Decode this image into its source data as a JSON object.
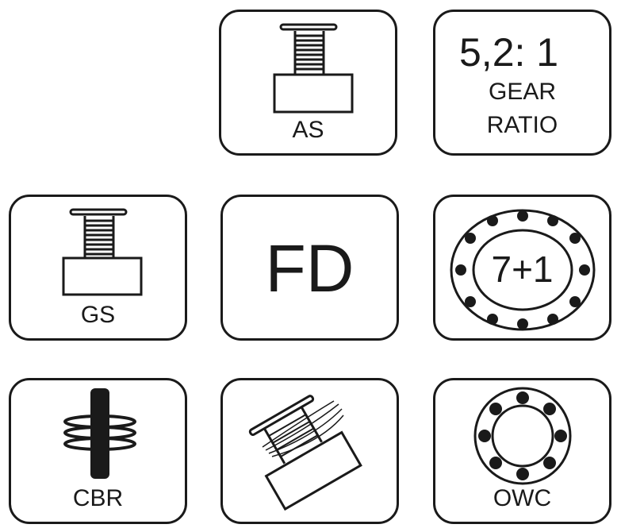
{
  "tiles": {
    "as": {
      "label": "AS",
      "icon": "aluminum-spool-icon"
    },
    "gear": {
      "ratio": "5,2: 1",
      "line1": "GEAR",
      "line2": "RATIO"
    },
    "gs": {
      "label": "GS",
      "icon": "graphite-spool-icon"
    },
    "fd": {
      "label": "FD"
    },
    "bb": {
      "label": "7+1",
      "icon": "ball-bearing-icon"
    },
    "cbr": {
      "label": "CBR",
      "icon": "corrosion-resistant-bearing-icon"
    },
    "spool": {
      "icon": "line-spool-icon"
    },
    "owc": {
      "label": "OWC",
      "icon": "one-way-clutch-icon"
    }
  },
  "colors": {
    "stroke": "#1a1a1a",
    "background": "#ffffff"
  }
}
